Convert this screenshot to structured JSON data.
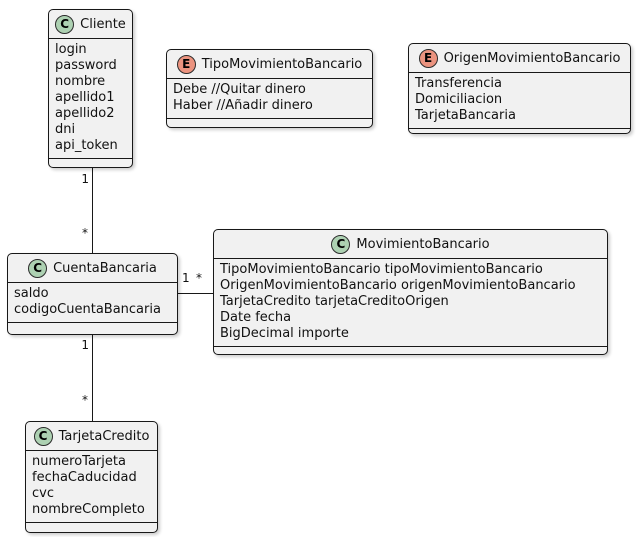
{
  "diagram": {
    "type": "uml-class-diagram",
    "colors": {
      "class_circle": "#ADD1B2",
      "enum_circle": "#EB937F",
      "box_fill": "#F1F1F1",
      "border": "#181818"
    },
    "classes": [
      {
        "name": "Cliente",
        "stereotype": "C",
        "kind": "class",
        "members": [
          "login",
          "password",
          "nombre",
          "apellido1",
          "apellido2",
          "dni",
          "api_token"
        ]
      },
      {
        "name": "TipoMovimientoBancario",
        "stereotype": "E",
        "kind": "enum",
        "members": [
          "Debe //Quitar dinero",
          "Haber //Añadir dinero"
        ]
      },
      {
        "name": "OrigenMovimientoBancario",
        "stereotype": "E",
        "kind": "enum",
        "members": [
          "Transferencia",
          "Domiciliacion",
          "TarjetaBancaria"
        ]
      },
      {
        "name": "CuentaBancaria",
        "stereotype": "C",
        "kind": "class",
        "members": [
          "saldo",
          "codigoCuentaBancaria"
        ]
      },
      {
        "name": "MovimientoBancario",
        "stereotype": "C",
        "kind": "class",
        "members": [
          "TipoMovimientoBancario tipoMovimientoBancario",
          "OrigenMovimientoBancario origenMovimientoBancario",
          "TarjetaCredito tarjetaCreditoOrigen",
          "Date fecha",
          "BigDecimal importe"
        ]
      },
      {
        "name": "TarjetaCredito",
        "stereotype": "C",
        "kind": "class",
        "members": [
          "numeroTarjeta",
          "fechaCaducidad",
          "cvc",
          "nombreCompleto"
        ]
      }
    ],
    "edges": [
      {
        "from": "Cliente",
        "to": "CuentaBancaria",
        "from_label": "1",
        "to_label": "*"
      },
      {
        "from": "CuentaBancaria",
        "to": "TarjetaCredito",
        "from_label": "1",
        "to_label": "*"
      },
      {
        "from": "CuentaBancaria",
        "to": "MovimientoBancario",
        "from_label": "1",
        "to_label": "*"
      }
    ]
  }
}
